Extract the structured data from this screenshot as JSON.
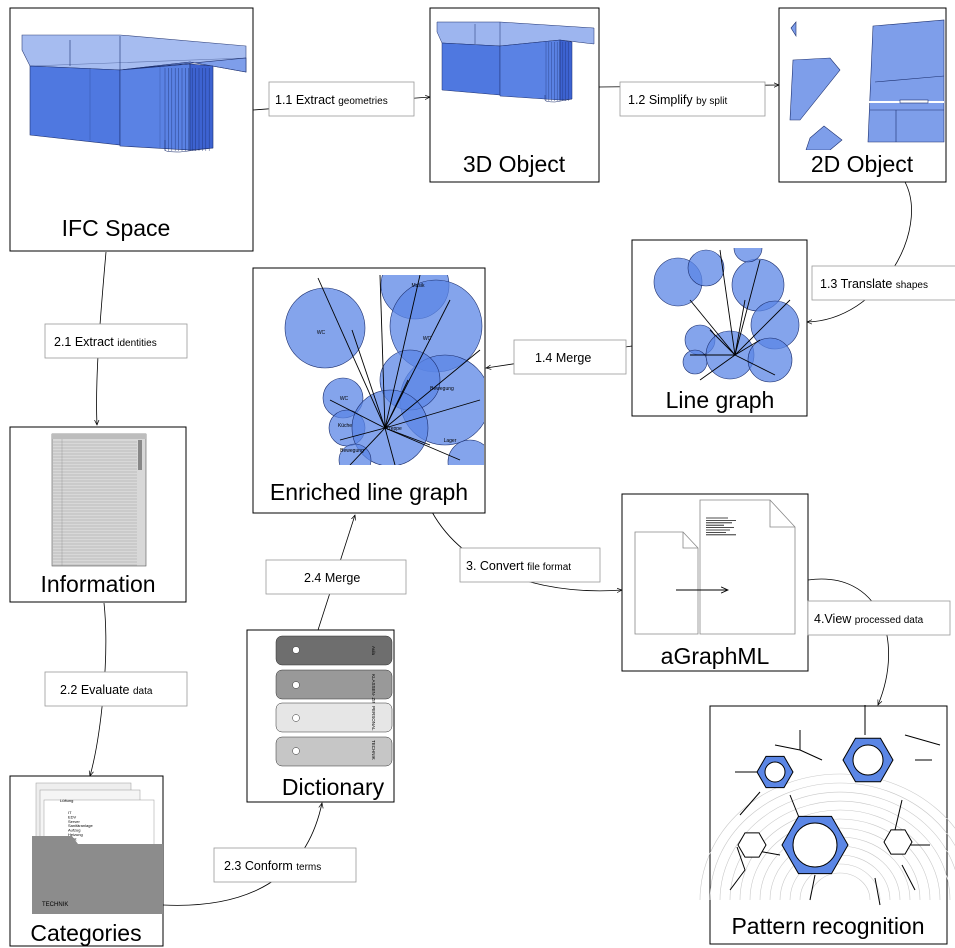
{
  "nodes": {
    "ifc_space": "IFC Space",
    "object_3d": "3D Object",
    "object_2d": "2D Object",
    "line_graph": "Line graph",
    "enriched_line_graph": "Enriched line graph",
    "information": "Information",
    "categories": "Categories",
    "dictionary": "Dictionary",
    "agraphml": "aGraphML",
    "pattern_recognition": "Pattern recognition"
  },
  "steps": {
    "s1_1": {
      "main": "1.1 Extract",
      "sub": "geometries"
    },
    "s1_2": {
      "main": "1.2 Simplify",
      "sub": "by split"
    },
    "s1_3": {
      "main": "1.3 Translate",
      "sub": "shapes"
    },
    "s1_4": {
      "main": "1.4 Merge",
      "sub": ""
    },
    "s2_1": {
      "main": "2.1 Extract",
      "sub": "identities"
    },
    "s2_2": {
      "main": "2.2 Evaluate",
      "sub": "data"
    },
    "s2_3": {
      "main": "2.3 Conform",
      "sub": "terms"
    },
    "s2_4": {
      "main": "2.4 Merge",
      "sub": ""
    },
    "s3": {
      "main": "3. Convert",
      "sub": "file format"
    },
    "s4": {
      "main": "4.View",
      "sub": "processed data"
    }
  },
  "bubble_labels": {
    "musik": "Musik",
    "wc_top": "WC",
    "wc_right": "WC",
    "bewegung_mid": "Bewegung",
    "wc_mid": "WC",
    "kueche": "Küche",
    "treppe": "Treppe",
    "lager": "Lager",
    "bewegung_low": "Bewegung"
  },
  "categories_folder_label": "TECHNIK",
  "category_list": [
    "Lüftung",
    "IT",
    "EDV",
    "Server",
    "Sanitäranlage",
    "Aufzug",
    "Heizung",
    "Licht"
  ],
  "dictionary_entries": [
    "Aula",
    "KLASSEN-\nZIMMER",
    "PERSONAL",
    "TECHNIK"
  ],
  "colors": {
    "blue_fill": "#5b86e5",
    "blue_dark": "#2f4fbf",
    "dict_1": "#6e6e6e",
    "dict_2": "#999999",
    "dict_3": "#e6e6e6",
    "dict_4": "#c6c6c6",
    "folder_gray": "#8c8c8c"
  }
}
